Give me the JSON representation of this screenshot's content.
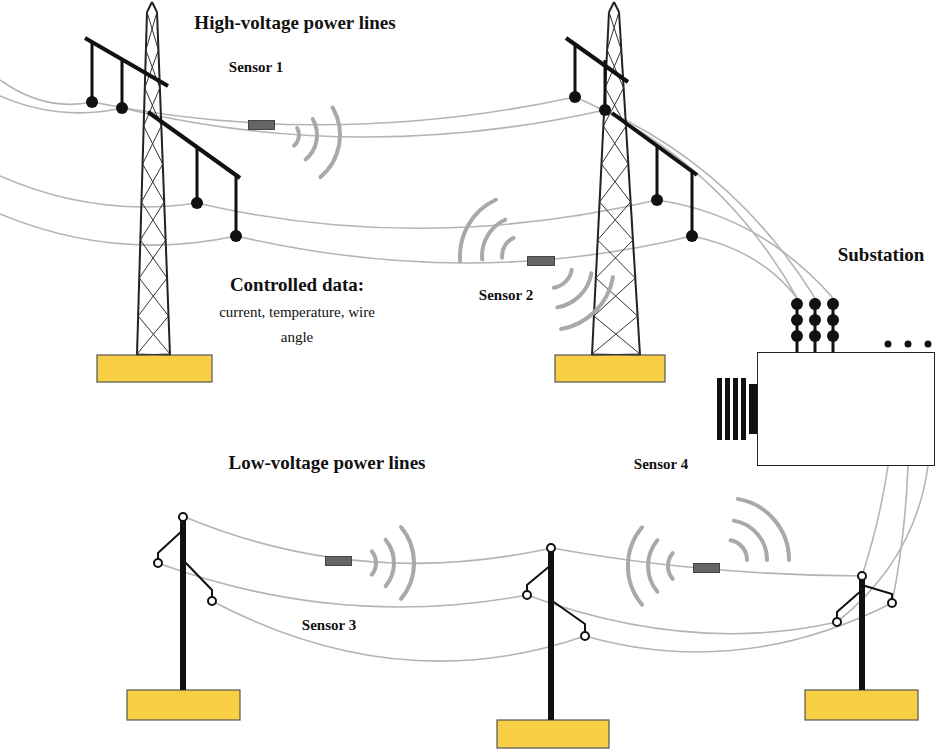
{
  "diagram": {
    "nodes": [
      {
        "text": [
          "Sensor 1"
        ]
      },
      {
        "text": [
          "Sensor 2"
        ]
      },
      {
        "text": [
          "Substation"
        ]
      },
      {
        "text": [
          "Sensor 3"
        ]
      },
      {
        "text": [
          "Sensor 4"
        ]
      }
    ],
    "labels": [
      "High-voltage power lines",
      "Controlled data:",
      "current, temperature, wire angle",
      "Low-voltage power lines"
    ]
  }
}
